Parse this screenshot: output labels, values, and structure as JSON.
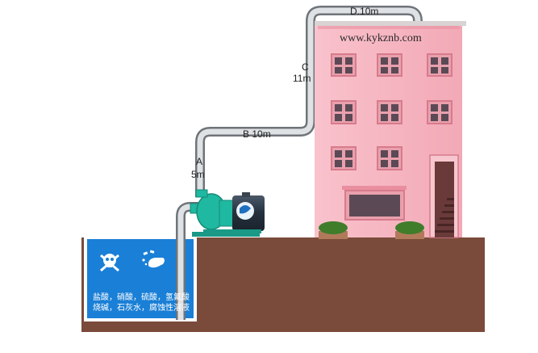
{
  "segments": [
    {
      "letter": "A",
      "length": "5m"
    },
    {
      "letter": "B",
      "length": "10m"
    },
    {
      "letter": "C",
      "length": "11m"
    },
    {
      "letter": "D",
      "length": "10m"
    }
  ],
  "building": {
    "website": "www.kykznb.com"
  },
  "tank": {
    "warning_lines": [
      "盐酸，硝酸，硫酸，氢氟酸",
      "烧碱，石灰水，腐蚀性溶液"
    ],
    "icons": [
      "skull-crossbones-icon",
      "corrosive-hand-icon"
    ]
  },
  "colors": {
    "ground": "#7a4a3a",
    "tank_water": "#1a7fd6",
    "pipe": "#b8bcc0",
    "building": "#f5b3bf",
    "pump_body": "#1fb8a0",
    "motor": "#2d3a4a"
  }
}
